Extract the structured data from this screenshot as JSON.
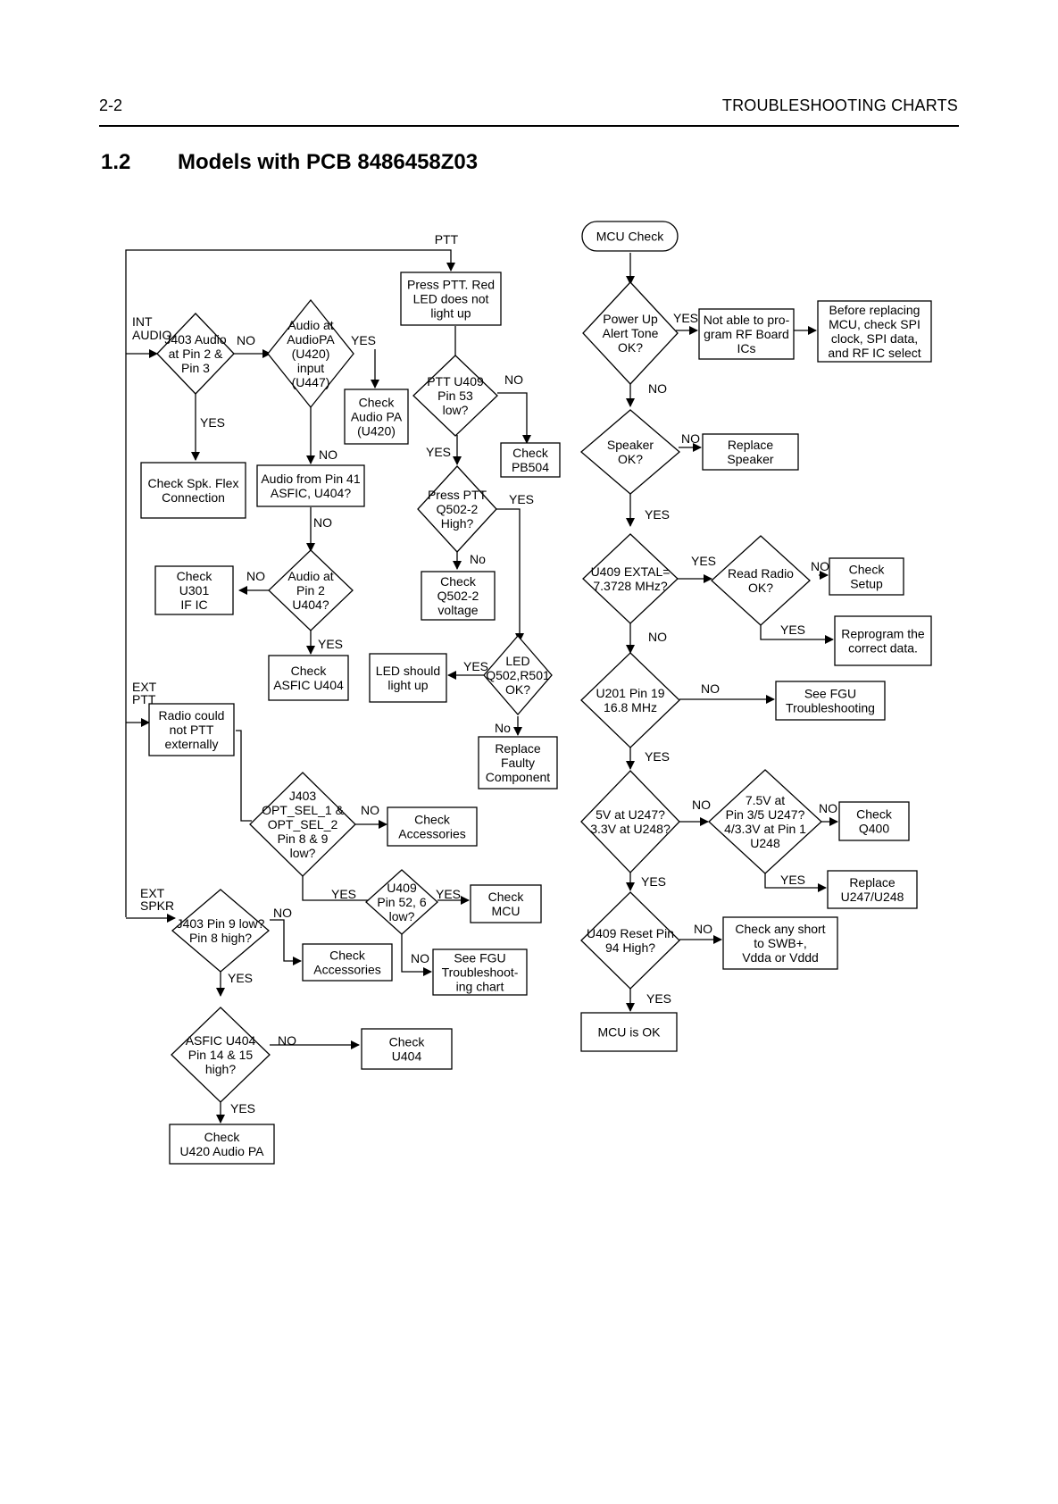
{
  "header": {
    "page_number": "2-2",
    "chapter": "TROUBLESHOOTING CHARTS"
  },
  "section": {
    "number": "1.2",
    "title": "Models with PCB 8486458Z03"
  },
  "flowchart": {
    "nodes": {
      "ptt_start": [
        "Press PTT. Red",
        "LED does not",
        "light up"
      ],
      "ptt_u409_pin53": [
        "PTT U409",
        "Pin 53",
        "low?"
      ],
      "check_pb504": [
        "Check",
        "PB504"
      ],
      "press_ptt_q502": [
        "Press PTT",
        "Q502-2",
        "High?"
      ],
      "check_q502_voltage": [
        "Check",
        "Q502-2",
        "voltage"
      ],
      "led_q502_r501": [
        "LED",
        "Q502,R501",
        "OK?"
      ],
      "led_should_light": [
        "LED should",
        "light up"
      ],
      "replace_faulty": [
        "Replace",
        "Faulty",
        "Component"
      ],
      "j403_audio": [
        "J403 Audio",
        "at Pin 2 &",
        "Pin 3"
      ],
      "audio_at_audiopa": [
        "Audio at",
        "AudioPA",
        "(U420)",
        "input",
        "(U447)"
      ],
      "check_audio_pa": [
        "Check",
        "Audio PA",
        "(U420)"
      ],
      "check_spk_flex": [
        "Check Spk. Flex",
        "Connection"
      ],
      "audio_from_pin41": [
        "Audio from Pin 41",
        "ASFIC, U404?"
      ],
      "audio_at_pin2": [
        "Audio at",
        "Pin 2",
        "U404?"
      ],
      "check_u301": [
        "Check",
        "U301",
        "IF IC"
      ],
      "check_asfic_u404": [
        "Check",
        "ASFIC U404"
      ],
      "radio_not_ptt": [
        "Radio could",
        "not PTT",
        "externally"
      ],
      "j403_opt_sel": [
        "J403",
        "OPT_SEL_1 &",
        "OPT_SEL_2",
        "Pin 8 & 9",
        "low?"
      ],
      "check_accessories_1": [
        "Check",
        "Accessories"
      ],
      "u409_pin52_6": [
        "U409",
        "Pin 52, 6",
        "low?"
      ],
      "check_mcu": [
        "Check",
        "MCU"
      ],
      "see_fgu_chart": [
        "See FGU",
        "Troubleshoot-",
        "ing chart"
      ],
      "j403_pin9": [
        "J403 Pin 9 low?",
        "Pin 8 high?"
      ],
      "check_accessories_2": [
        "Check",
        "Accessories"
      ],
      "asfic_pin14_15": [
        "ASFIC U404",
        "Pin 14 & 15",
        "high?"
      ],
      "check_u404": [
        "Check",
        "U404"
      ],
      "check_u420_pa": [
        "Check",
        "U420 Audio PA"
      ],
      "mcu_check": [
        "MCU Check"
      ],
      "power_up_alert": [
        "Power Up",
        "Alert Tone",
        "OK?"
      ],
      "not_able_program": [
        "Not able to pro-",
        "gram RF Board",
        "ICs"
      ],
      "before_replacing_mcu": [
        "Before replacing",
        "MCU, check SPI",
        "clock, SPI data,",
        "and RF IC select"
      ],
      "speaker_ok": [
        "Speaker",
        "OK?"
      ],
      "replace_speaker": [
        "Replace",
        "Speaker"
      ],
      "u409_extal": [
        "U409 EXTAL=",
        "7.3728 MHz?"
      ],
      "read_radio": [
        "Read Radio",
        "OK?"
      ],
      "check_setup": [
        "Check",
        "Setup"
      ],
      "reprogram": [
        "Reprogram the",
        "correct data."
      ],
      "u201_pin19": [
        "U201 Pin 19",
        "16.8 MHz"
      ],
      "see_fgu_troubleshooting": [
        "See FGU",
        "Troubleshooting"
      ],
      "5v_u247": [
        "5V at U247?",
        "3.3V at U248?"
      ],
      "7_5v_pin35": [
        "7.5V at",
        "Pin 3/5 U247?",
        "4/3.3V at Pin 1",
        "U248"
      ],
      "check_q400": [
        "Check",
        "Q400"
      ],
      "replace_u247": [
        "Replace",
        "U247/U248"
      ],
      "u409_reset": [
        "U409 Reset Pin",
        "94 High?"
      ],
      "check_short": [
        "Check any short",
        "to SWB+,",
        "Vdda or Vddd"
      ],
      "mcu_ok": [
        "MCU is OK"
      ]
    },
    "labels": {
      "ptt": "PTT",
      "int": "INT",
      "audio": "AUDIO",
      "ext_ptt_1": "EXT",
      "ext_ptt_2": "PTT",
      "ext_spkr_1": "EXT",
      "ext_spkr_2": "SPKR",
      "yes": "YES",
      "no": "NO",
      "no_lower": "No"
    }
  }
}
